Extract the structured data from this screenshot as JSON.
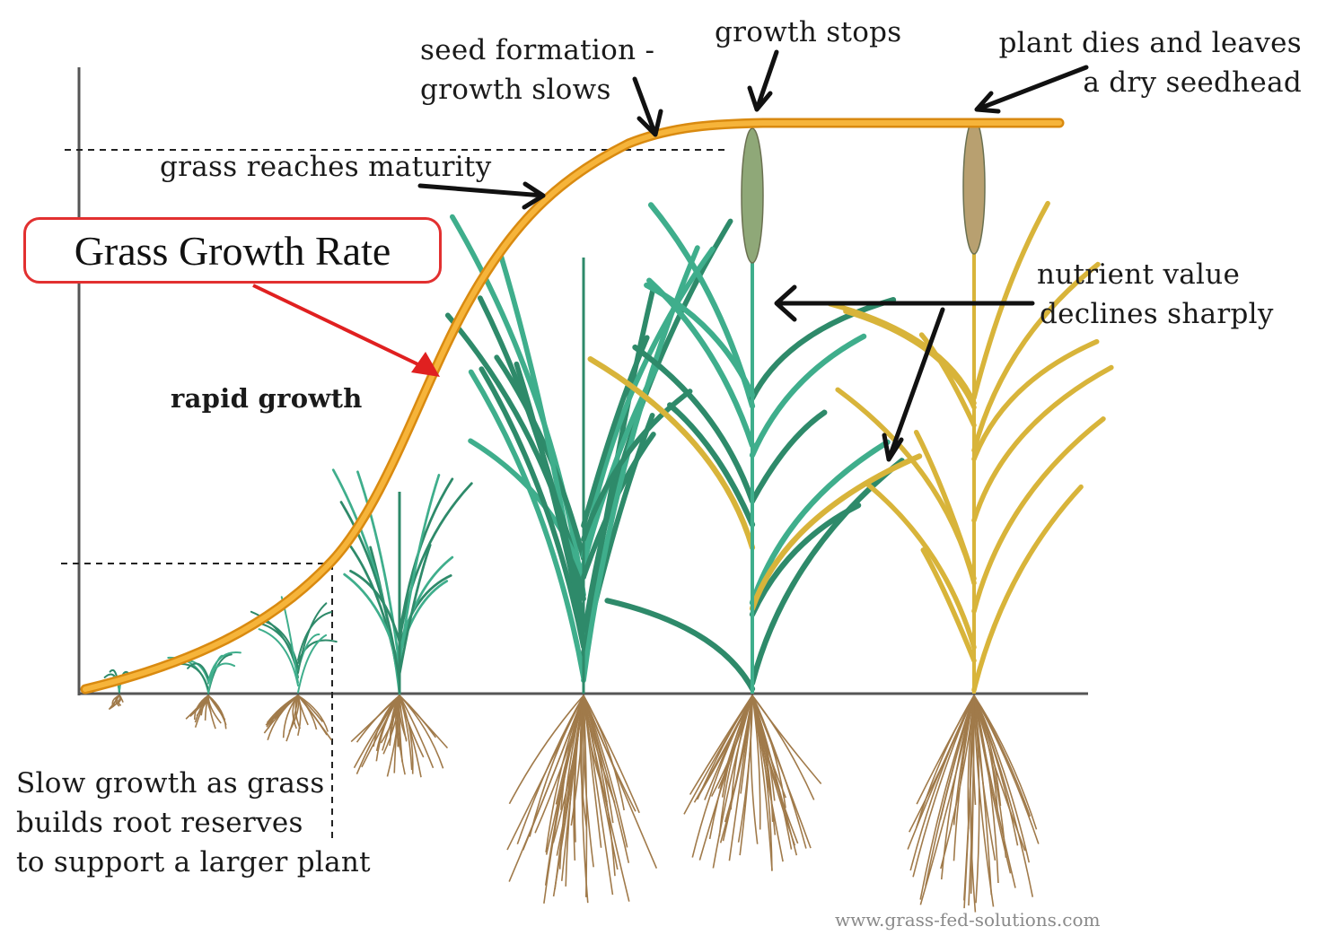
{
  "diagram": {
    "title": "Grass Growth Rate",
    "labels": {
      "seed_formation_line1": "seed formation -",
      "seed_formation_line2": "growth slows",
      "growth_stops": "growth stops",
      "plant_dies_line1": "plant dies and leaves",
      "plant_dies_line2": "a dry seedhead",
      "grass_reaches_maturity": "grass reaches maturity",
      "rapid_growth": "rapid growth",
      "nutrient_line1": "nutrient value",
      "nutrient_line2": "declines sharply",
      "slow_growth_line1": "Slow growth as grass",
      "slow_growth_line2": "builds root reserves",
      "slow_growth_line3": "to support a larger plant"
    },
    "credit": "www.grass-fed-solutions.com",
    "colors": {
      "curve": "#f0a020",
      "curve_edge": "#d98a10",
      "title_border": "#e23030",
      "red_arrow": "#e02020",
      "axis": "#555555",
      "green_leaf": "#3fae8c",
      "green_dark": "#2e8a6a",
      "dry_leaf": "#d8b43a",
      "root": "#a07a4a"
    },
    "plants": [
      {
        "stage": "seedling",
        "color": "green-leaf"
      },
      {
        "stage": "young",
        "color": "green-leaf"
      },
      {
        "stage": "tillering",
        "color": "green-leaf"
      },
      {
        "stage": "vegetative",
        "color": "green-leaf"
      },
      {
        "stage": "mature-leafy",
        "color": "green-leaf"
      },
      {
        "stage": "seedhead-forming",
        "color": "green-yellow"
      },
      {
        "stage": "dry-seedhead",
        "color": "dry-leaf"
      }
    ]
  }
}
